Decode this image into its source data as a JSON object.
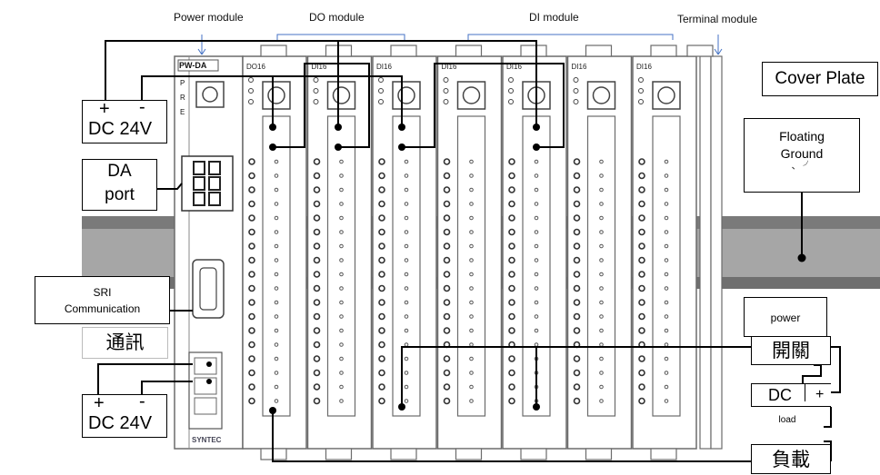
{
  "top_labels": {
    "power_module": "Power module",
    "do_module": "DO module",
    "di_module": "DI module",
    "terminal_module": "Terminal module"
  },
  "power_module": {
    "label": "PW-DA",
    "leds": [
      "P",
      "R",
      "E"
    ],
    "brand": "SYNTEC"
  },
  "modules": [
    {
      "label": "DO16"
    },
    {
      "label": "DI16"
    },
    {
      "label": "DI16"
    },
    {
      "label": "DI16"
    },
    {
      "label": "DI16"
    },
    {
      "label": "DI16"
    },
    {
      "label": "DI16"
    }
  ],
  "callouts": {
    "dc_top": {
      "plus": "+",
      "minus": "-",
      "label": "DC 24V"
    },
    "da_port": {
      "line1": "DA",
      "line2": "port"
    },
    "sri": {
      "line1": "SRI",
      "line2": "Communication",
      "cjk": "通訊"
    },
    "dc_bottom": {
      "plus": "+",
      "minus": "-",
      "label": "DC 24V"
    },
    "cover_plate": "Cover Plate",
    "floating_ground": {
      "line1": "Floating",
      "line2": "Ground",
      "line3": "、 ╯"
    },
    "power": "power",
    "switch": "開關",
    "dc_right": {
      "label": "DC",
      "plus": "+"
    },
    "load": "load",
    "load_cjk": "負載"
  },
  "colors": {
    "rail": "#a6a6a6",
    "rail_edge": "#6f6f6f",
    "module_stroke": "#6b6b6b",
    "bracket": "#4472c4"
  }
}
